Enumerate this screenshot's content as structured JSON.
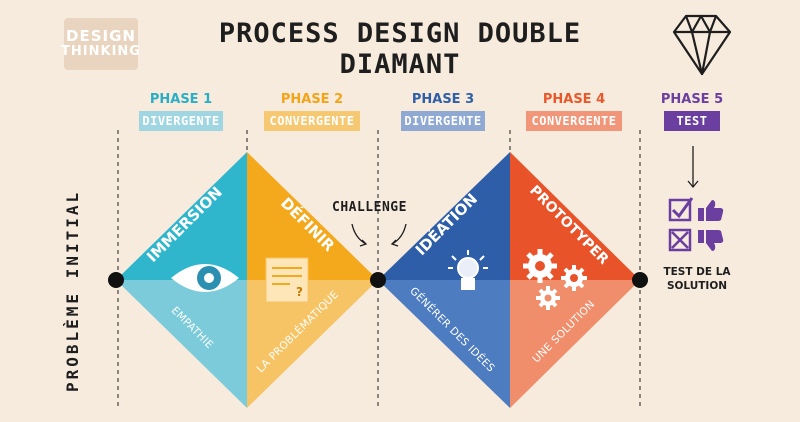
{
  "logo": {
    "line1": "DESIGN",
    "line2": "THINKING"
  },
  "title": "PROCESS DESIGN DOUBLE DIAMANT",
  "side_label": "PROBLÈME INITIAL",
  "challenge_label": "CHALLENGE",
  "phases": [
    {
      "number": "PHASE 1",
      "kind": "DIVERGENTE",
      "number_color": "#2aaec6",
      "kind_bg": "#9fd6e2"
    },
    {
      "number": "PHASE 2",
      "kind": "CONVERGENTE",
      "number_color": "#f3a417",
      "kind_bg": "#f6c871"
    },
    {
      "number": "PHASE 3",
      "kind": "DIVERGENTE",
      "number_color": "#2f5fa6",
      "kind_bg": "#8fa9d3"
    },
    {
      "number": "PHASE 4",
      "kind": "CONVERGENTE",
      "number_color": "#e9582a",
      "kind_bg": "#f29679"
    },
    {
      "number": "PHASE 5",
      "kind": "TEST",
      "number_color": "#6b3fa0",
      "kind_bg": "#6b3fa0"
    }
  ],
  "diamonds": [
    {
      "title": "IMMERSION",
      "sub": "EMPATHIE",
      "color_top": "#2fb6cc",
      "color_bottom": "#7ccbdb",
      "icon": "eye-icon"
    },
    {
      "title": "DÉFINIR",
      "sub": "LA PROBLÉMATIQUE",
      "color_top": "#f4a81c",
      "color_bottom": "#f7c465",
      "icon": "document-icon"
    },
    {
      "title": "IDÉATION",
      "sub": "GÉNÉRER DES IDÉES",
      "color_top": "#2e5ea8",
      "color_bottom": "#4d7cc0",
      "icon": "lightbulb-icon"
    },
    {
      "title": "PROTOTYPER",
      "sub": "UNE SOLUTION",
      "color_top": "#e9532a",
      "color_bottom": "#f08d6b",
      "icon": "gears-icon"
    }
  ],
  "result": {
    "line1": "TEST DE LA",
    "line2": "SOLUTION"
  },
  "icons": {
    "header": "diamond-icon",
    "test": [
      "check-box-icon",
      "thumbs-up-icon",
      "cross-box-icon",
      "thumbs-down-icon"
    ]
  },
  "colors": {
    "background": "#f7ebdd",
    "ink": "#1e1e1e",
    "test_purple": "#6b3fa0"
  }
}
